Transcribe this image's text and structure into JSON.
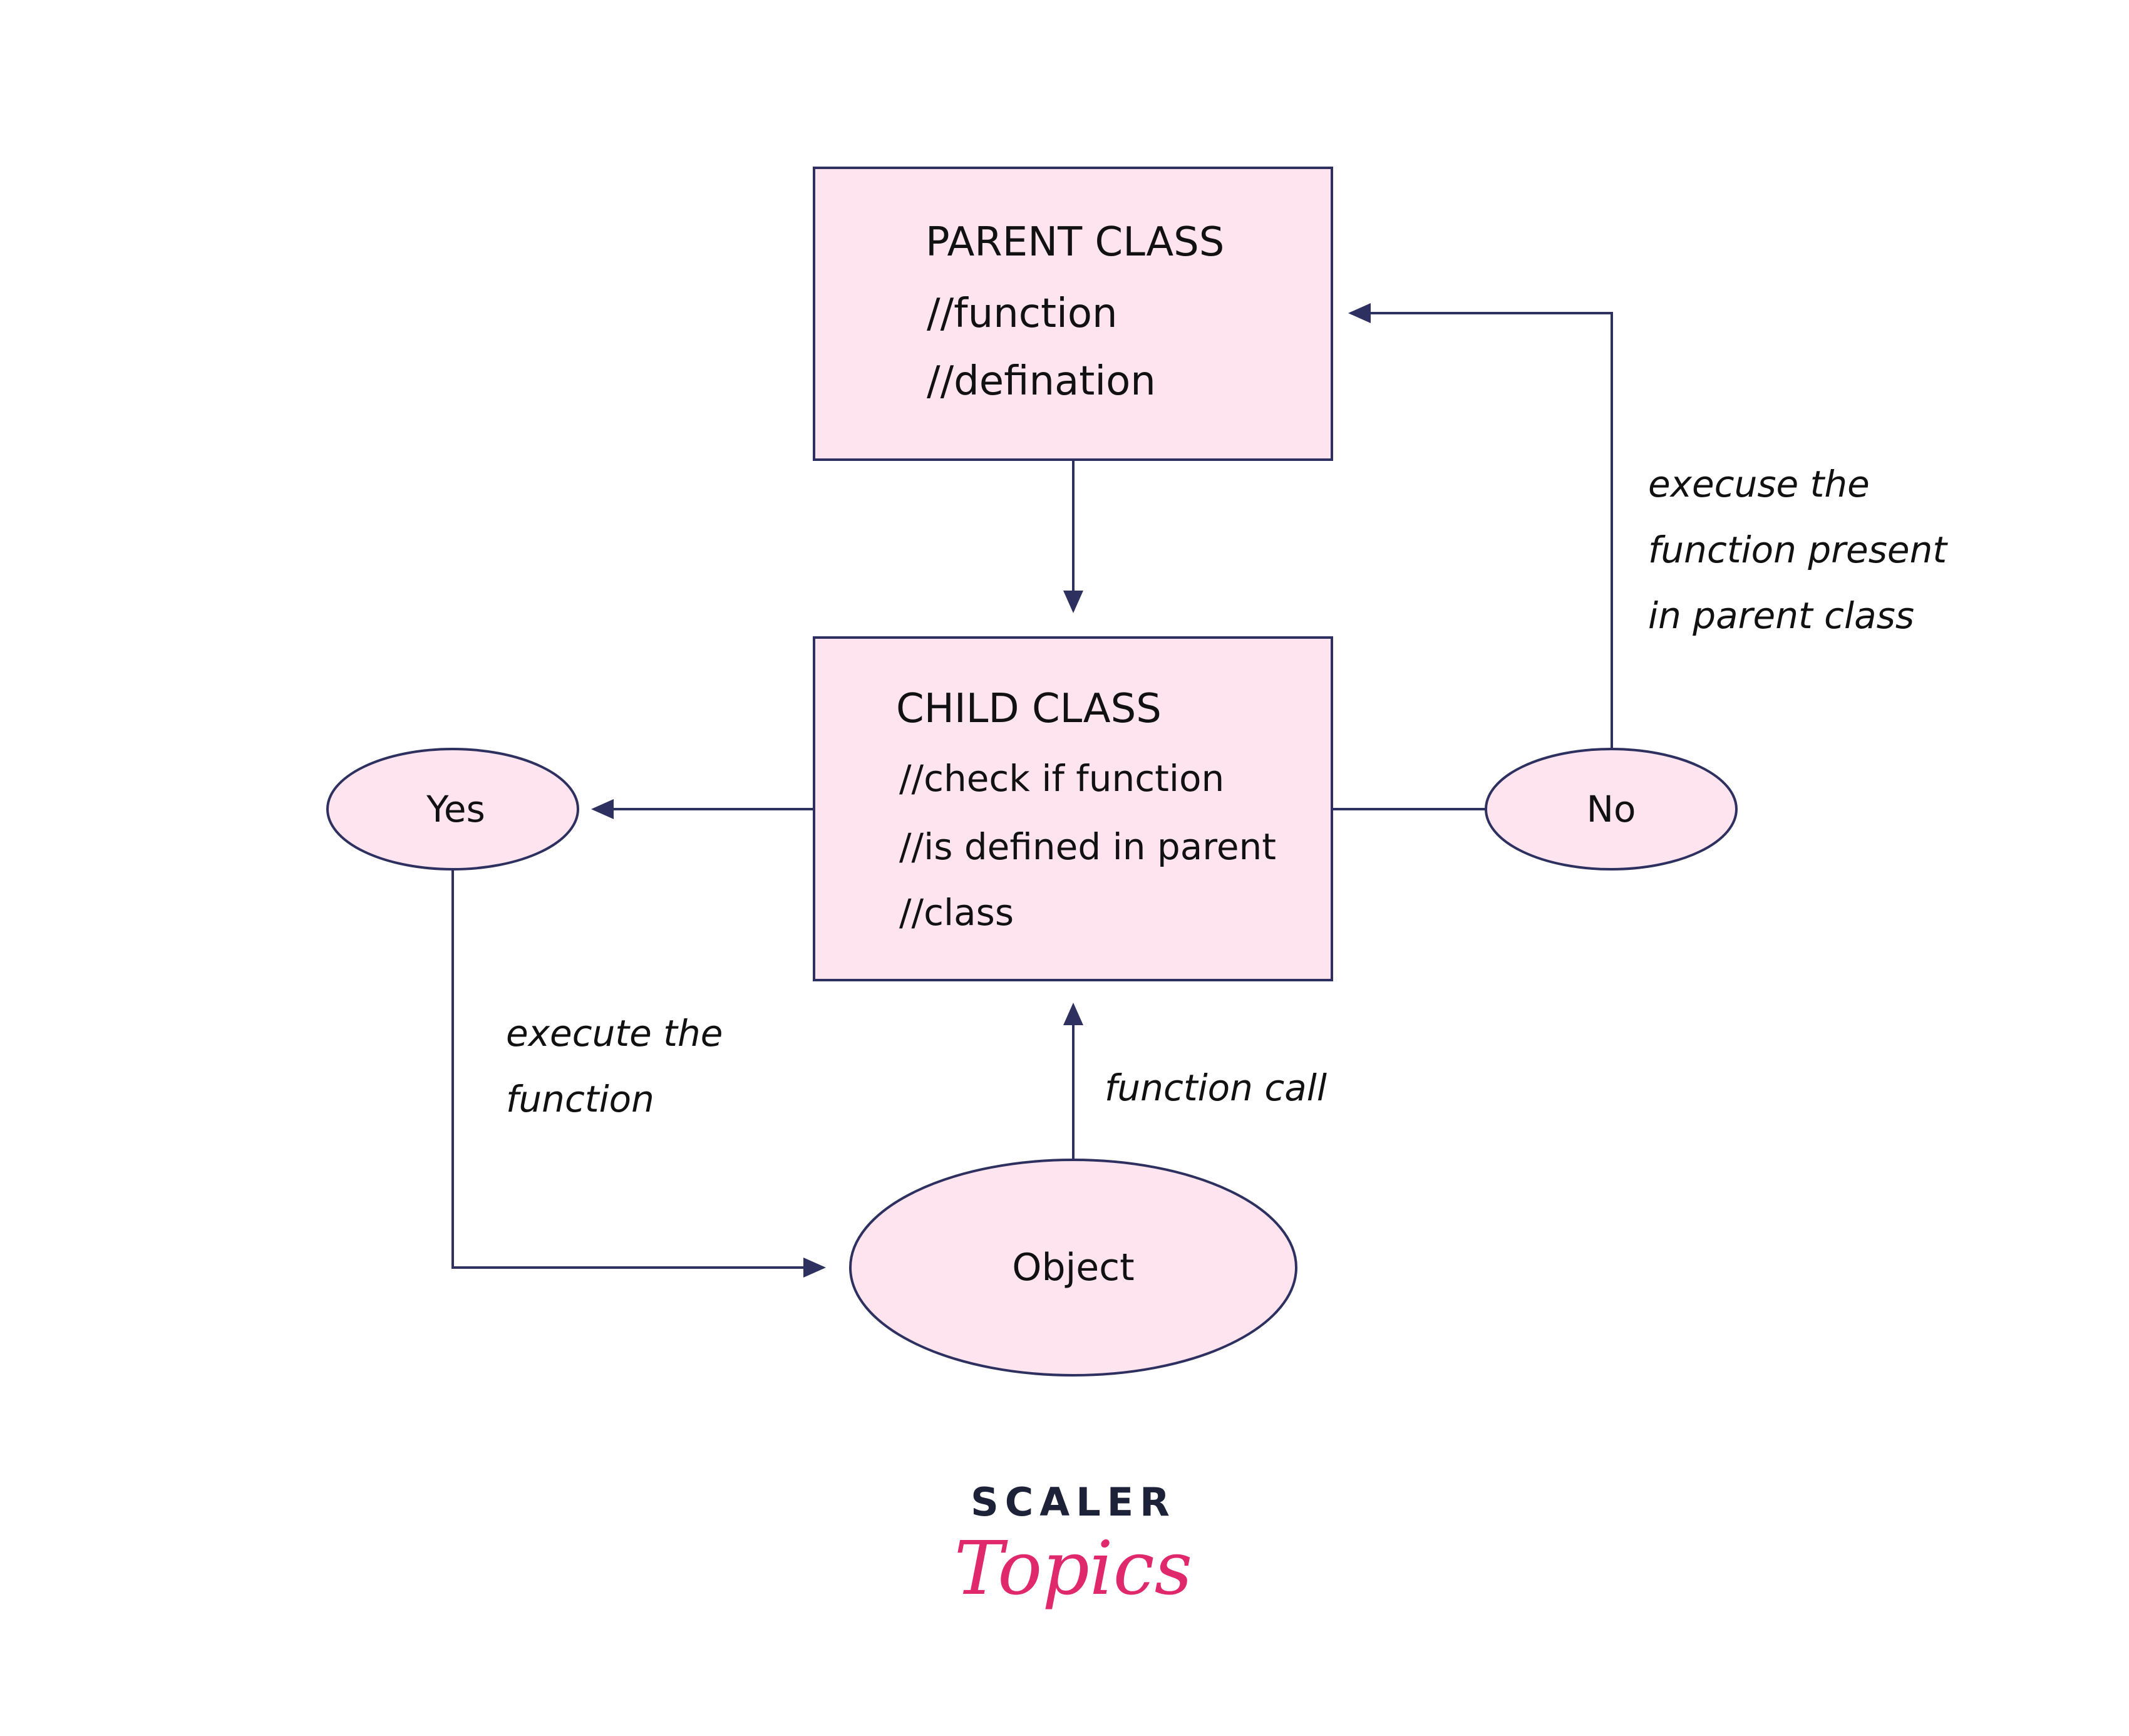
{
  "colors": {
    "fill": "#fde4ef",
    "stroke": "#2e3160",
    "logo_dark": "#1d2238",
    "logo_accent": "#e0286d"
  },
  "nodes": {
    "parent_class": {
      "title": "PARENT CLASS",
      "lines": [
        "//function",
        "//defination"
      ]
    },
    "child_class": {
      "title": "CHILD CLASS",
      "lines": [
        "//check if function",
        "//is defined in parent",
        "//class"
      ]
    },
    "yes": {
      "label": "Yes"
    },
    "no": {
      "label": "No"
    },
    "object": {
      "label": "Object"
    }
  },
  "edge_labels": {
    "no_to_parent": [
      "execuse the",
      "function present",
      "in parent class"
    ],
    "yes_to_object": [
      "execute the",
      "function"
    ],
    "object_to_child": "function call"
  },
  "logo": {
    "line1": "SCALER",
    "line2": "Topics"
  }
}
